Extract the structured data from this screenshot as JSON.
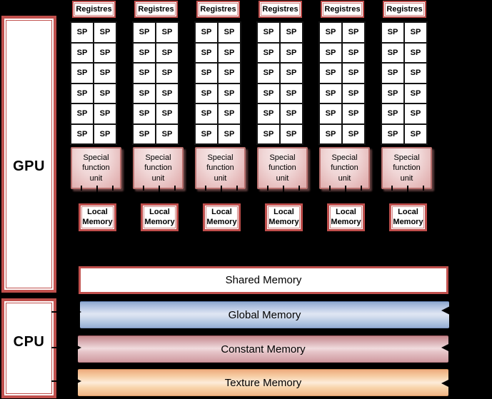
{
  "gpu": {
    "label": "GPU"
  },
  "cpu": {
    "label": "CPU"
  },
  "columns": {
    "count": 6,
    "registers_label": "Registres",
    "sp_label": "SP",
    "sp_grid": {
      "rows": 6,
      "cols": 2
    },
    "special_function_unit_label": "Special function unit",
    "local_memory_label": "Local Memory"
  },
  "memory_bars": [
    {
      "id": "shared",
      "label": "Shared Memory",
      "fill": "#ffffff",
      "border": "#c0504d"
    },
    {
      "id": "global",
      "label": "Global Memory",
      "fill": "#b6c7e3"
    },
    {
      "id": "constant",
      "label": "Constant Memory",
      "fill": "#e5c3c7"
    },
    {
      "id": "texture",
      "label": "Texture Memory",
      "fill": "#f8d4ab"
    }
  ],
  "colors": {
    "background": "#000000",
    "accent_red": "#c0504d",
    "sfu_pink": "#e8c2c2",
    "global_blue": "#9db6d9",
    "constant_rose": "#cf9aa0",
    "texture_orange": "#f0b586",
    "arrow": "#000000"
  }
}
